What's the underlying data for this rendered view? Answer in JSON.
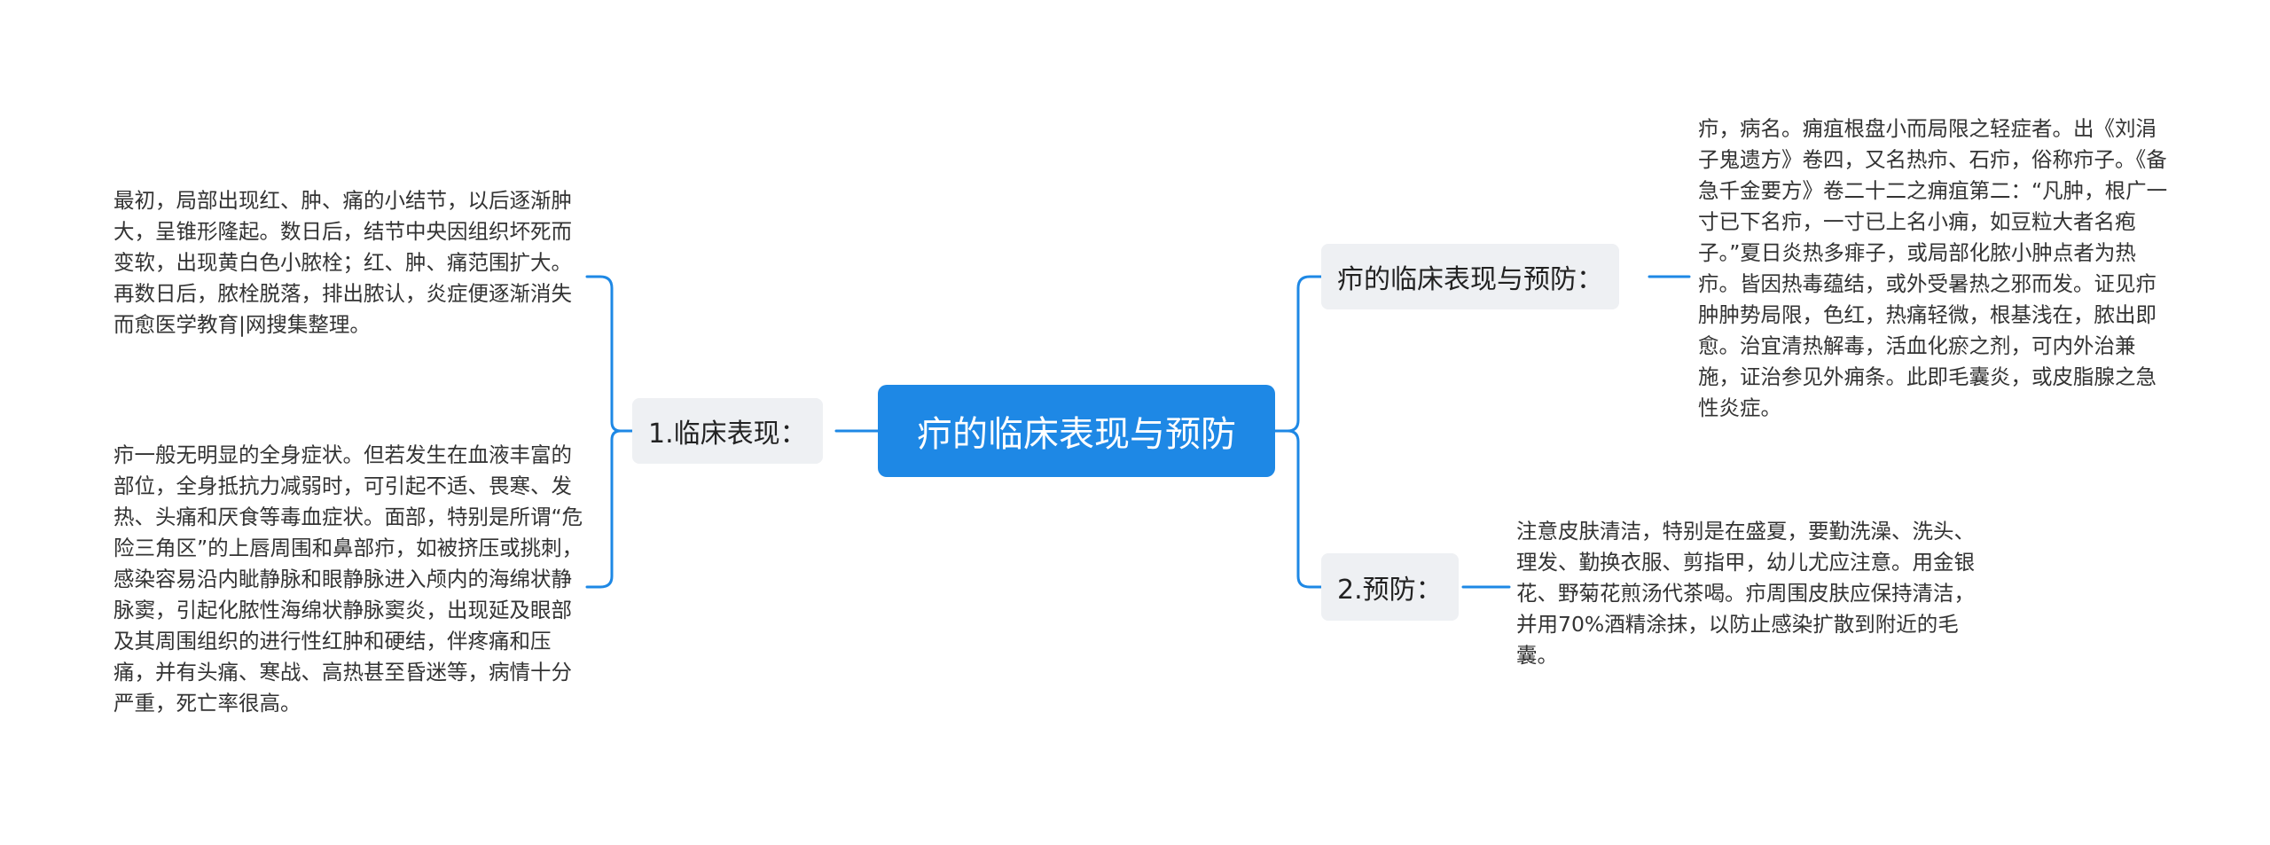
{
  "mindmap": {
    "root": "疖的临床表现与预防",
    "left_branch": {
      "label": "1.临床表现：",
      "leaves": [
        "最初，局部出现红、肿、痛的小结节，以后逐渐肿大，呈锥形隆起。数日后，结节中央因组织坏死而变软，出现黄白色小脓栓；红、肿、痛范围扩大。再数日后，脓栓脱落，排出脓认，炎症便逐渐消失而愈医学教育|网搜集整理。",
        "疖一般无明显的全身症状。但若发生在血液丰富的部位，全身抵抗力减弱时，可引起不适、畏寒、发热、头痛和厌食等毒血症状。面部，特别是所谓“危险三角区”的上唇周围和鼻部疖，如被挤压或挑刺，感染容易沿内眦静脉和眼静脉进入颅内的海绵状静脉窦，引起化脓性海绵状静脉窦炎，出现延及眼部及其周围组织的进行性红肿和硬结，伴疼痛和压痛，并有头痛、寒战、高热甚至昏迷等，病情十分严重，死亡率很高。"
      ]
    },
    "right_branches": [
      {
        "label": "疖的临床表现与预防：",
        "leaf": "疖，病名。痈疽根盘小而局限之轻症者。出《刘涓子鬼遗方》卷四，又名热疖、石疖，俗称疖子。《备急千金要方》卷二十二之痈疽第二：“凡肿，根广一寸已下名疖，一寸已上名小痈，如豆粒大者名疱子。”夏日炎热多痱子，或局部化脓小肿点者为热疖。皆因热毒蕴结，或外受暑热之邪而发。证见疖肿肿势局限，色红，热痛轻微，根基浅在，脓出即愈。治宜清热解毒，活血化瘀之剂，可内外治兼施，证治参见外痈条。此即毛囊炎，或皮脂腺之急性炎症。"
      },
      {
        "label": "2.预防：",
        "leaf": "注意皮肤清洁，特别是在盛夏，要勤洗澡、洗头、理发、勤换衣服、剪指甲，幼儿尤应注意。用金银花、野菊花煎汤代茶喝。疖周围皮肤应保持清洁，并用70%酒精涂抹，以防止感染扩散到附近的毛囊。"
      }
    ],
    "colors": {
      "root_bg": "#1e88e5",
      "branch_bg": "#eef0f3",
      "connector": "#1e88e5"
    }
  }
}
